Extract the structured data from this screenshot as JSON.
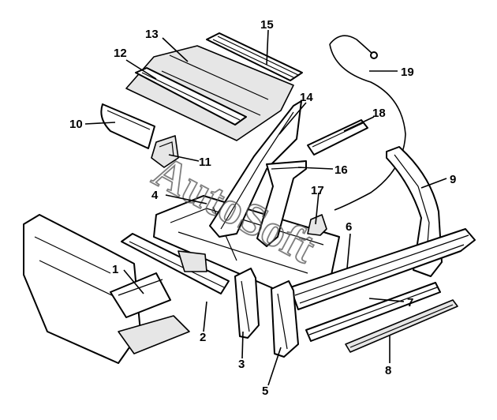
{
  "diagram": {
    "watermark": "AutoSoft",
    "callouts": [
      "1",
      "2",
      "3",
      "4",
      "5",
      "6",
      "7",
      "8",
      "9",
      "10",
      "11",
      "12",
      "13",
      "14",
      "15",
      "16",
      "17",
      "18",
      "19"
    ]
  },
  "colors": {
    "line": "#000000",
    "panel_shade": "#e6e6e6",
    "background": "#ffffff",
    "watermark": "#555555"
  }
}
